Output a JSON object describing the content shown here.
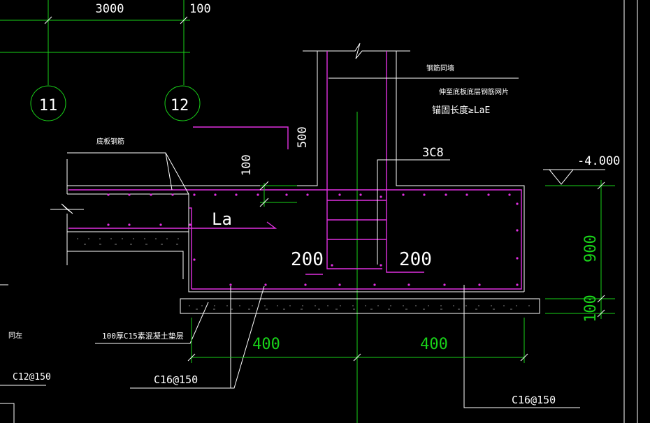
{
  "grid": {
    "dim_top": "3000",
    "dim_top_right": "100",
    "axis_a": "11",
    "axis_b": "12"
  },
  "elevation": "-4.000",
  "annotations": {
    "wall_note1": "钢筋同墙",
    "wall_note2": "伸至底板底层钢筋网片",
    "wall_note3": "锚固长度≥LaE",
    "slab_rebar": "底板钢筋",
    "stirrup": "3C8",
    "anchor": "La",
    "bedding": "100厚C15素混凝土垫层",
    "rebar_left": "C16@150",
    "rebar_right": "C16@150",
    "rebar_far_left": "C12@150",
    "edge_note": "同左"
  },
  "dims": {
    "d500": "500",
    "d100_slab": "100",
    "d200_left": "200",
    "d200_right": "200",
    "d900": "900",
    "d100_bed": "100",
    "d400_left": "400",
    "d400_right": "400"
  },
  "colors": {
    "background": "#000000",
    "lines": "#ffffff",
    "dimension": "#19d219",
    "rebar": "#e030e0"
  }
}
